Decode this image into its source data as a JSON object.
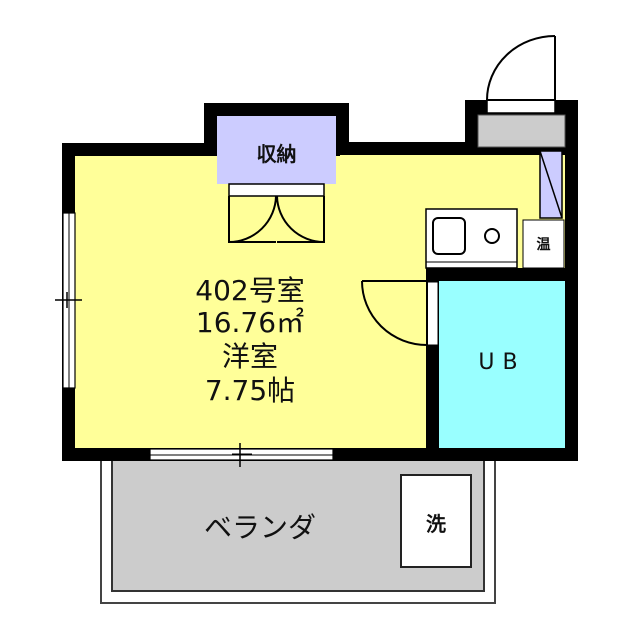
{
  "floorplan": {
    "unit": {
      "room_number": "402号室",
      "area": "16.76㎡",
      "room_type": "洋室",
      "room_size": "7.75帖"
    },
    "rooms": {
      "closet": "収納",
      "bath": "UB",
      "balcony": "ベランダ",
      "washer": "洗",
      "water_heater": "温"
    },
    "colors": {
      "wall": "#000000",
      "western_room": "#ffff99",
      "closet": "#ccccff",
      "bath": "#99ffff",
      "balcony": "#cccccc",
      "entrance": "#cccccc"
    }
  }
}
